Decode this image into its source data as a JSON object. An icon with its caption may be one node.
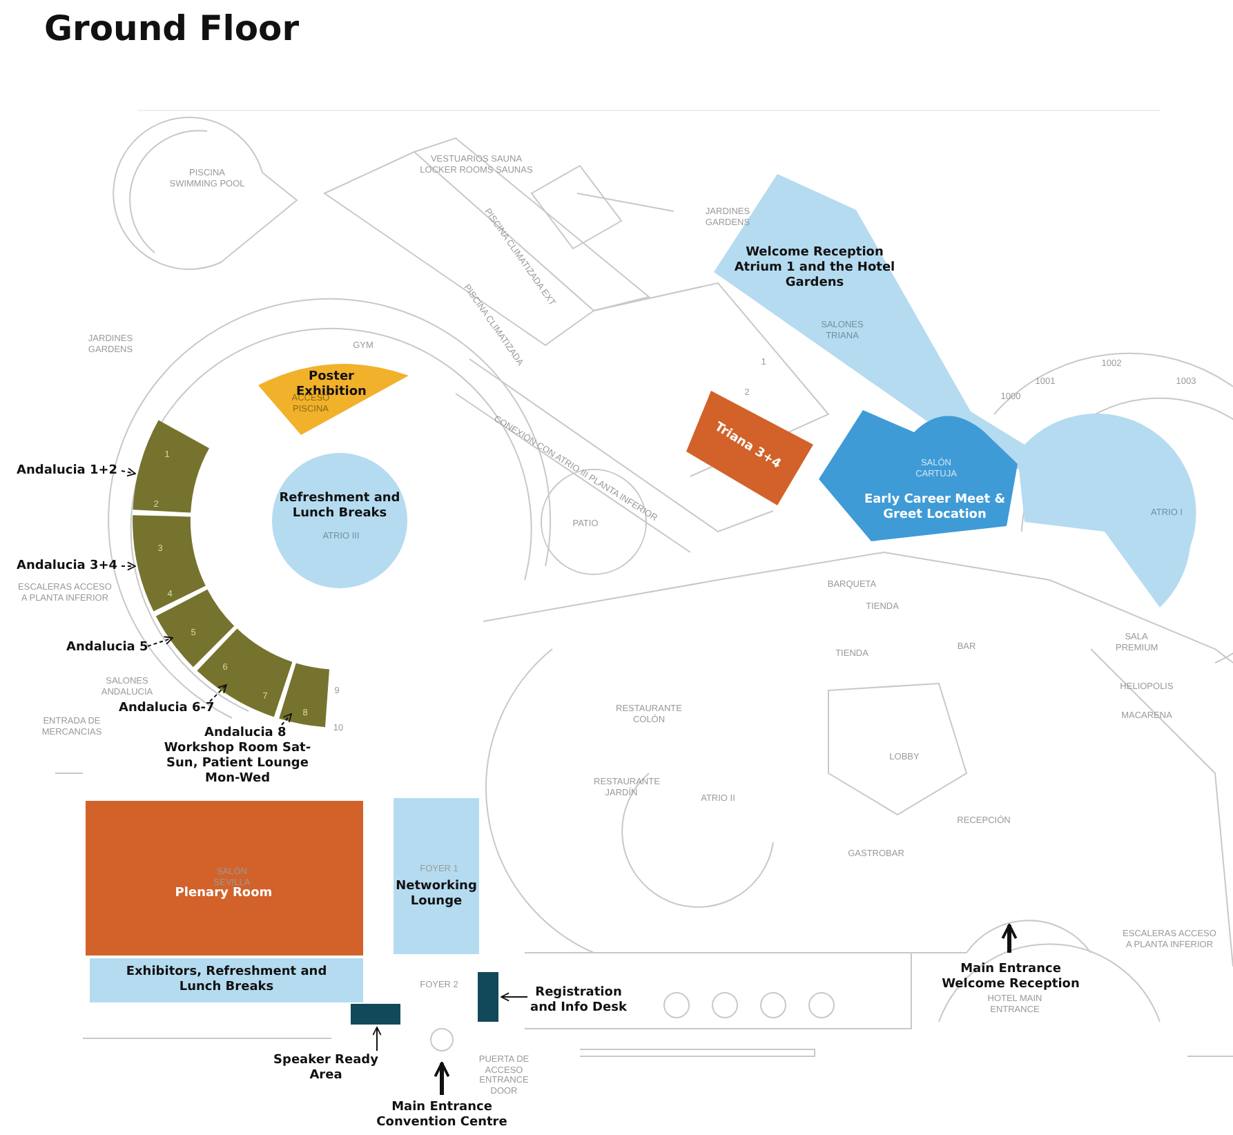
{
  "diagram": {
    "title": "Ground Floor",
    "nodes": [
      {
        "text": [
          "Poster Exhibition"
        ]
      },
      {
        "text": [
          "Refreshment and Lunch Breaks"
        ]
      },
      {
        "text": [
          "Welcome Reception Atrium 1 and the Hotel Gardens"
        ]
      },
      {
        "text": [
          "Triana 3+4"
        ]
      },
      {
        "text": [
          "Early Career Meet & Greet Location"
        ]
      },
      {
        "text": [
          "Andalucia 1+2"
        ]
      },
      {
        "text": [
          "Andalucia 3+4"
        ]
      },
      {
        "text": [
          "Andalucia 5"
        ]
      },
      {
        "text": [
          "Andalucia 6-7"
        ]
      },
      {
        "text": [
          "Andalucia 8",
          "Workshop Room Sat-Sun, Patient Lounge Mon-Wed"
        ]
      },
      {
        "text": [],
        "shape": "box"
      },
      {
        "text": [],
        "shape": "box"
      },
      {
        "text": [],
        "shape": "box"
      },
      {
        "text": [],
        "shape": "box"
      },
      {
        "text": [],
        "shape": "box"
      },
      {
        "text": [
          "Plenary Room"
        ]
      },
      {
        "text": [
          "Networking Lounge"
        ]
      },
      {
        "text": [
          "Exhibitors, Refreshment and Lunch Breaks"
        ]
      },
      {
        "text": [
          "Speaker Ready Area"
        ]
      },
      {
        "text": [],
        "shape": "box"
      },
      {
        "text": [
          "Registration and Info Desk"
        ]
      },
      {
        "text": [],
        "shape": "box"
      },
      {
        "text": [
          "Main Entrance Convention Centre"
        ]
      },
      {
        "text": [
          "Main Entrance Welcome Reception"
        ]
      }
    ],
    "edges": [
      {
        "from": 5,
        "to": 10,
        "arrow": "to",
        "style": "dashed"
      },
      {
        "from": 6,
        "to": 11,
        "arrow": "to",
        "style": "dashed"
      },
      {
        "from": 7,
        "to": 12,
        "arrow": "to",
        "style": "dashed"
      },
      {
        "from": 8,
        "to": 13,
        "arrow": "to",
        "style": "dashed"
      },
      {
        "from": 9,
        "to": 14,
        "arrow": "to",
        "style": "dashed"
      },
      {
        "from": 18,
        "to": 19,
        "arrow": "to"
      },
      {
        "from": 20,
        "to": 21,
        "arrow": "to"
      },
      {
        "from": 22,
        "to": null,
        "arrow": "to",
        "style": "thick"
      },
      {
        "from": 23,
        "to": null,
        "arrow": "to",
        "style": "thick"
      }
    ],
    "labels": [
      "PISCINA SWIMMING POOL",
      "VESTUARIOS SAUNA LOCKER ROOMS SAUNAS",
      "PISCINA CLIMATIZADA EXT",
      "PISCINA CLIMATIZADA",
      "GYM",
      "JARDINES GARDENS",
      "JARDINES GARDENS",
      "ACCESO PISCINA",
      "CONEXIÓN CON ATRIO III PLANTA INFERIOR",
      "SALONES TRIANA",
      "1",
      "2",
      "SALÓN CARTUJA",
      "1000",
      "1001",
      "1002",
      "1003",
      "ATRIO I",
      "ATRIO III",
      "PATIO",
      "1",
      "2",
      "3",
      "4",
      "5",
      "6",
      "7",
      "8",
      "9",
      "10",
      "ESCALERAS ACCESO A PLANTA INFERIOR",
      "SALONES ANDALUCIA",
      "ENTRADA DE MERCANCIAS",
      "BARQUETA",
      "TIENDA",
      "TIENDA",
      "BAR",
      "SALA PREMIUM",
      "HELIOPOLIS",
      "MACARENA",
      "RESTAURANTE COLÓN",
      "LOBBY",
      "RESTAURANTE JARDÍN",
      "ATRIO II",
      "RECEPCIÓN",
      "GASTROBAR",
      "SALÓN SEVILLA",
      "FOYER 1",
      "FOYER 2",
      "PUERTA DE ACCESO ENTRANCE DOOR",
      "HOTEL MAIN ENTRANCE",
      "ESCALERAS ACCESO A PLANTA INFERIOR"
    ]
  }
}
